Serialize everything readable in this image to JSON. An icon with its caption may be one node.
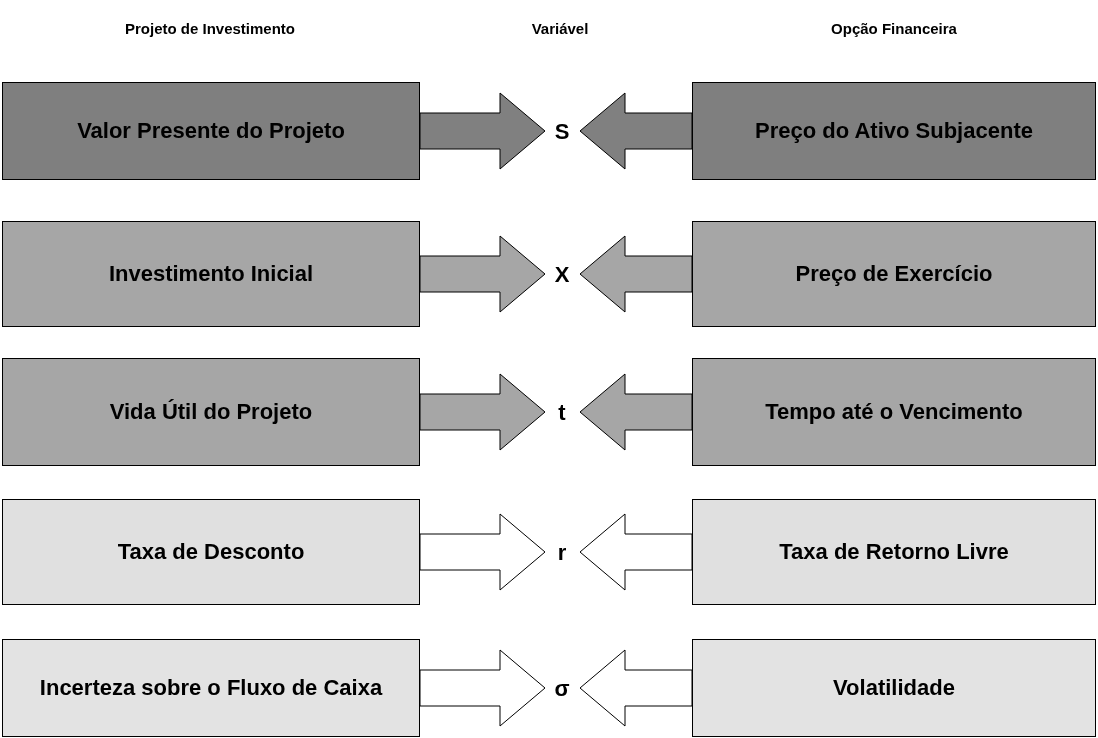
{
  "diagram": {
    "nodes": [
      {
        "text": [
          "Valor Presente do Projeto"
        ]
      },
      {
        "text": [
          "Investimento Inicial"
        ]
      },
      {
        "text": [
          "Vida Útil do Projeto"
        ]
      },
      {
        "text": [
          "Taxa de Desconto"
        ]
      },
      {
        "text": [
          "Incerteza sobre o Fluxo de Caixa"
        ]
      },
      {
        "text": [
          "S"
        ]
      },
      {
        "text": [
          "X"
        ]
      },
      {
        "text": [
          "t"
        ]
      },
      {
        "text": [
          "r"
        ]
      },
      {
        "text": [
          "σ"
        ]
      },
      {
        "text": [
          "Preço do Ativo Subjacente"
        ]
      },
      {
        "text": [
          "Preço de Exercício"
        ]
      },
      {
        "text": [
          "Tempo até o Vencimento"
        ]
      },
      {
        "text": [
          "Taxa de Retorno Livre"
        ]
      },
      {
        "text": [
          "Volatilidade"
        ]
      }
    ],
    "edges": [
      {
        "from": 0,
        "to": 5,
        "arrow": "to",
        "color": "#808080"
      },
      {
        "from": 10,
        "to": 5,
        "arrow": "to",
        "color": "#808080"
      },
      {
        "from": 1,
        "to": 6,
        "arrow": "to",
        "color": "#a6a6a6"
      },
      {
        "from": 11,
        "to": 6,
        "arrow": "to",
        "color": "#a6a6a6"
      },
      {
        "from": 2,
        "to": 7,
        "arrow": "to",
        "color": "#a6a6a6"
      },
      {
        "from": 12,
        "to": 7,
        "arrow": "to",
        "color": "#a6a6a6"
      },
      {
        "from": 3,
        "to": 8,
        "arrow": "to"
      },
      {
        "from": 13,
        "to": 8,
        "arrow": "to"
      },
      {
        "from": 4,
        "to": 9,
        "arrow": "to"
      },
      {
        "from": 14,
        "to": 9,
        "arrow": "to"
      }
    ],
    "labels": [
      "Projeto de Investimento",
      "Variável",
      "Opção Financeira"
    ]
  }
}
